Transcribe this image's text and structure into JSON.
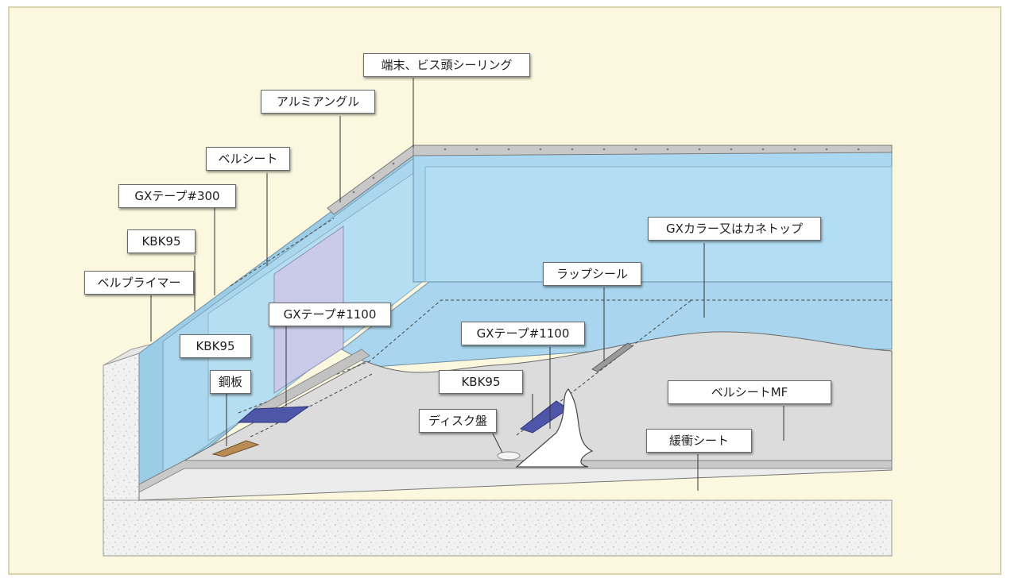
{
  "colors": {
    "background": "#fcf8df",
    "wall_sheet": "#a9d8ef",
    "floor_sheet": "#d9dadb",
    "concrete": "#eeeeee",
    "tape_blue": "#4b52a3",
    "steel_plate": "#b48a52"
  },
  "labels": {
    "seal": "端末、ビス頭シーリング",
    "angle": "アルミアングル",
    "bellsheet": "ベルシート",
    "gx300": "GXテープ#300",
    "kbk_left": "KBK95",
    "primer": "ベルプライマー",
    "gx1100_left": "GXテープ#1100",
    "kbk_mid": "KBK95",
    "steel": "鋼板",
    "gxcolor": "GXカラー又はカネトップ",
    "lapseal": "ラップシール",
    "gx1100_right": "GXテープ#1100",
    "kbk_right": "KBK95",
    "disk": "ディスク盤",
    "bellmf": "ベルシートMF",
    "cushion": "緩衝シート"
  }
}
